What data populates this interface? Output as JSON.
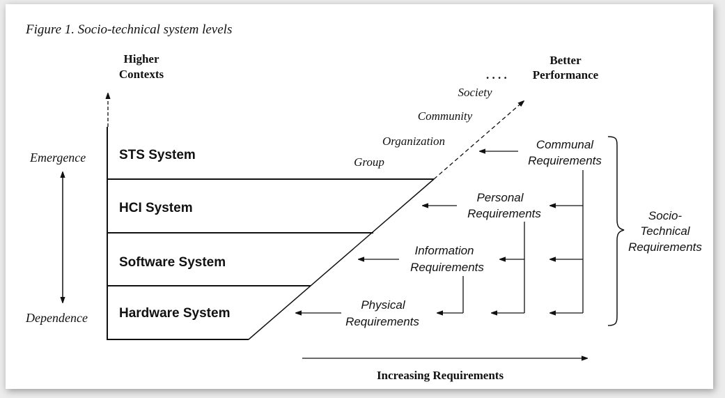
{
  "figure_title": "Figure 1. Socio-technical system levels",
  "vertical_axis": {
    "top_label_line1": "Higher",
    "top_label_line2": "Contexts",
    "emergence": "Emergence",
    "dependence": "Dependence"
  },
  "diagonal": {
    "dots": ". . . .",
    "label_line1": "Better",
    "label_line2": "Performance"
  },
  "contexts": [
    "Society",
    "Community",
    "Organization",
    "Group"
  ],
  "systems": [
    "STS System",
    "HCI System",
    "Software System",
    "Hardware System"
  ],
  "requirements": {
    "communal": [
      "Communal",
      "Requirements"
    ],
    "personal": [
      "Personal",
      "Requirements"
    ],
    "information": [
      "Information",
      "Requirements"
    ],
    "physical": [
      "Physical",
      "Requirements"
    ]
  },
  "socio_technical": [
    "Socio-",
    "Technical",
    "Requirements"
  ],
  "x_axis_label": "Increasing Requirements"
}
